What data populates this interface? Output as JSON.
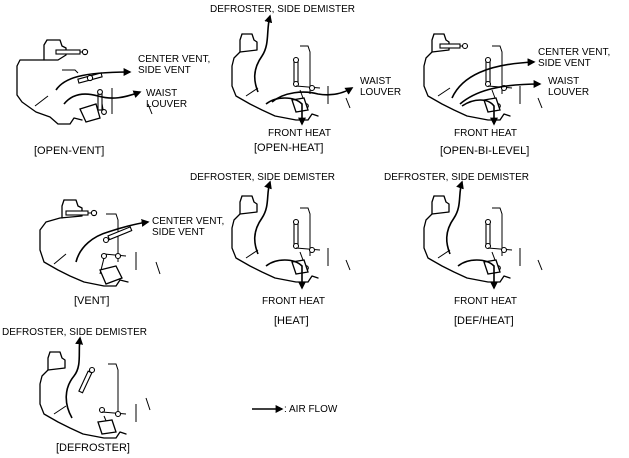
{
  "modes": [
    {
      "id": "open-vent",
      "caption": "[OPEN-VENT]",
      "labels": {
        "center_vent": [
          "CENTER VENT,",
          "SIDE VENT"
        ],
        "waist_louver": [
          "WAIST",
          "LOUVER"
        ]
      }
    },
    {
      "id": "open-heat",
      "caption": "[OPEN-HEAT]",
      "labels": {
        "defroster": "DEFROSTER, SIDE DEMISTER",
        "waist_louver": [
          "WAIST",
          "LOUVER"
        ],
        "front_heat": "FRONT HEAT"
      }
    },
    {
      "id": "open-bi-level",
      "caption": "[OPEN-BI-LEVEL]",
      "labels": {
        "center_vent": [
          "CENTER VENT,",
          "SIDE VENT"
        ],
        "waist_louver": [
          "WAIST",
          "LOUVER"
        ],
        "front_heat": "FRONT HEAT"
      }
    },
    {
      "id": "vent",
      "caption": "[VENT]",
      "labels": {
        "center_vent": [
          "CENTER VENT,",
          "SIDE VENT"
        ]
      }
    },
    {
      "id": "heat",
      "caption": "[HEAT]",
      "labels": {
        "defroster": "DEFROSTER, SIDE DEMISTER",
        "front_heat": "FRONT HEAT"
      }
    },
    {
      "id": "def-heat",
      "caption": "[DEF/HEAT]",
      "labels": {
        "defroster": "DEFROSTER, SIDE DEMISTER",
        "front_heat": "FRONT HEAT"
      }
    },
    {
      "id": "defroster",
      "caption": "[DEFROSTER]",
      "labels": {
        "defroster": "DEFROSTER, SIDE DEMISTER"
      }
    }
  ],
  "legend": {
    "label": ": AIR FLOW"
  }
}
